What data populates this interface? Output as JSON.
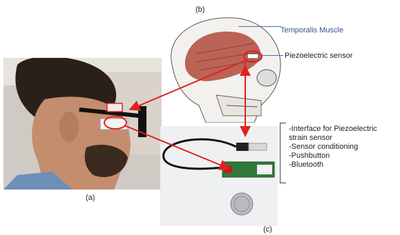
{
  "labels": {
    "panel_a": "(a)",
    "panel_b": "(b)",
    "panel_c": "(c)",
    "temporalis": "Temporalis Muscle",
    "piezo": "Piezoelectric sensor"
  },
  "description_lines": [
    "-Interface for Piezoelectric",
    "strain sensor",
    "-Sensor conditioning",
    "-Pushbutton",
    "-Bluetooth"
  ],
  "colors": {
    "arrow": "#e02020",
    "muscle": "#b04a3a",
    "pointer": "#3d6fb8"
  }
}
